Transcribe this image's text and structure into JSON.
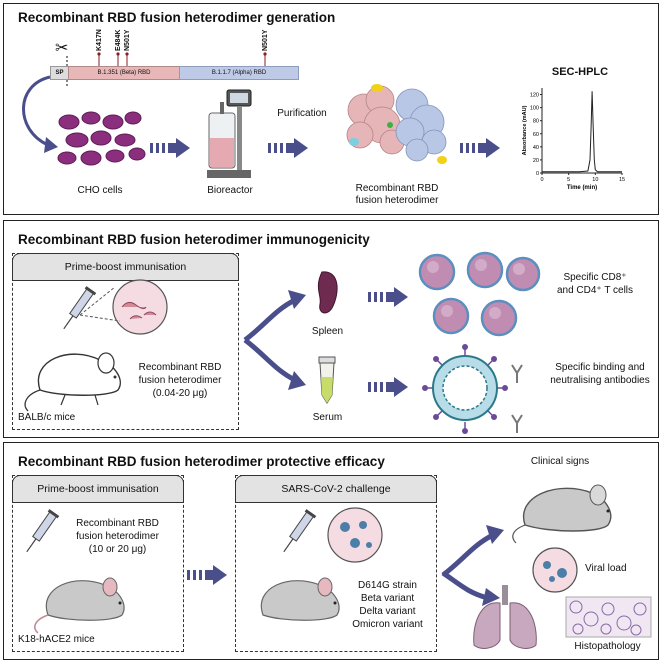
{
  "panel1": {
    "title": "Recombinant RBD fusion heterodimer generation",
    "construct": {
      "sp": "SP",
      "beta": "B.1.351 (Beta) RBD",
      "alpha": "B.1.1.7 (Alpha) RBD",
      "mutations": [
        "K417N",
        "E484K",
        "N501Y",
        "N501Y"
      ]
    },
    "cho_label": "CHO cells",
    "bioreactor_label": "Bioreactor",
    "purification_label": "Purification",
    "protein_label_1": "Recombinant RBD",
    "protein_label_2": "fusion heterodimer",
    "hplc": {
      "title": "SEC-HPLC",
      "xlabel": "Time (min)",
      "ylabel": "Absorbance (mAU)"
    }
  },
  "chart_data": {
    "type": "line",
    "title": "SEC-HPLC",
    "xlabel": "Time (min)",
    "ylabel": "Absorbance (mAU)",
    "xlim": [
      0,
      15
    ],
    "ylim": [
      0,
      130
    ],
    "xticks": [
      0,
      5,
      10,
      15
    ],
    "yticks": [
      0,
      20,
      40,
      60,
      80,
      100,
      120
    ],
    "x": [
      0,
      7,
      8.6,
      9.0,
      9.2,
      9.4,
      9.6,
      9.8,
      10.0,
      10.4,
      11,
      15
    ],
    "y": [
      2,
      2,
      3,
      20,
      70,
      125,
      70,
      20,
      5,
      2,
      2,
      2
    ]
  },
  "panel2": {
    "title": "Recombinant RBD fusion heterodimer immunogenicity",
    "box_title": "Prime-boost immunisation",
    "antigen_1": "Recombinant RBD",
    "antigen_2": "fusion heterodimer",
    "dose": "(0.04-20 μg)",
    "mice": "BALB/c mice",
    "spleen": "Spleen",
    "serum": "Serum",
    "tcells_1": "Specific CD8⁺",
    "tcells_2": "and CD4⁺ T cells",
    "antibodies_1": "Specific binding and",
    "antibodies_2": "neutralising antibodies"
  },
  "panel3": {
    "title": "Recombinant RBD fusion heterodimer protective efficacy",
    "box1_title": "Prime-boost immunisation",
    "antigen_1": "Recombinant RBD",
    "antigen_2": "fusion heterodimer",
    "dose": "(10 or 20 μg)",
    "mice": "K18-hACE2 mice",
    "box2_title": "SARS-CoV-2 challenge",
    "variants": [
      "D614G strain",
      "Beta variant",
      "Delta variant",
      "Omicron variant"
    ],
    "clinical": "Clinical signs",
    "viral_load": "Viral load",
    "histo": "Histopathology"
  },
  "colors": {
    "beta": "#e8b7b7",
    "alpha": "#bfcbe6",
    "arrow": "#4a4f8c",
    "cell": "#8b2e7d",
    "accent": "#8b1f1f"
  }
}
